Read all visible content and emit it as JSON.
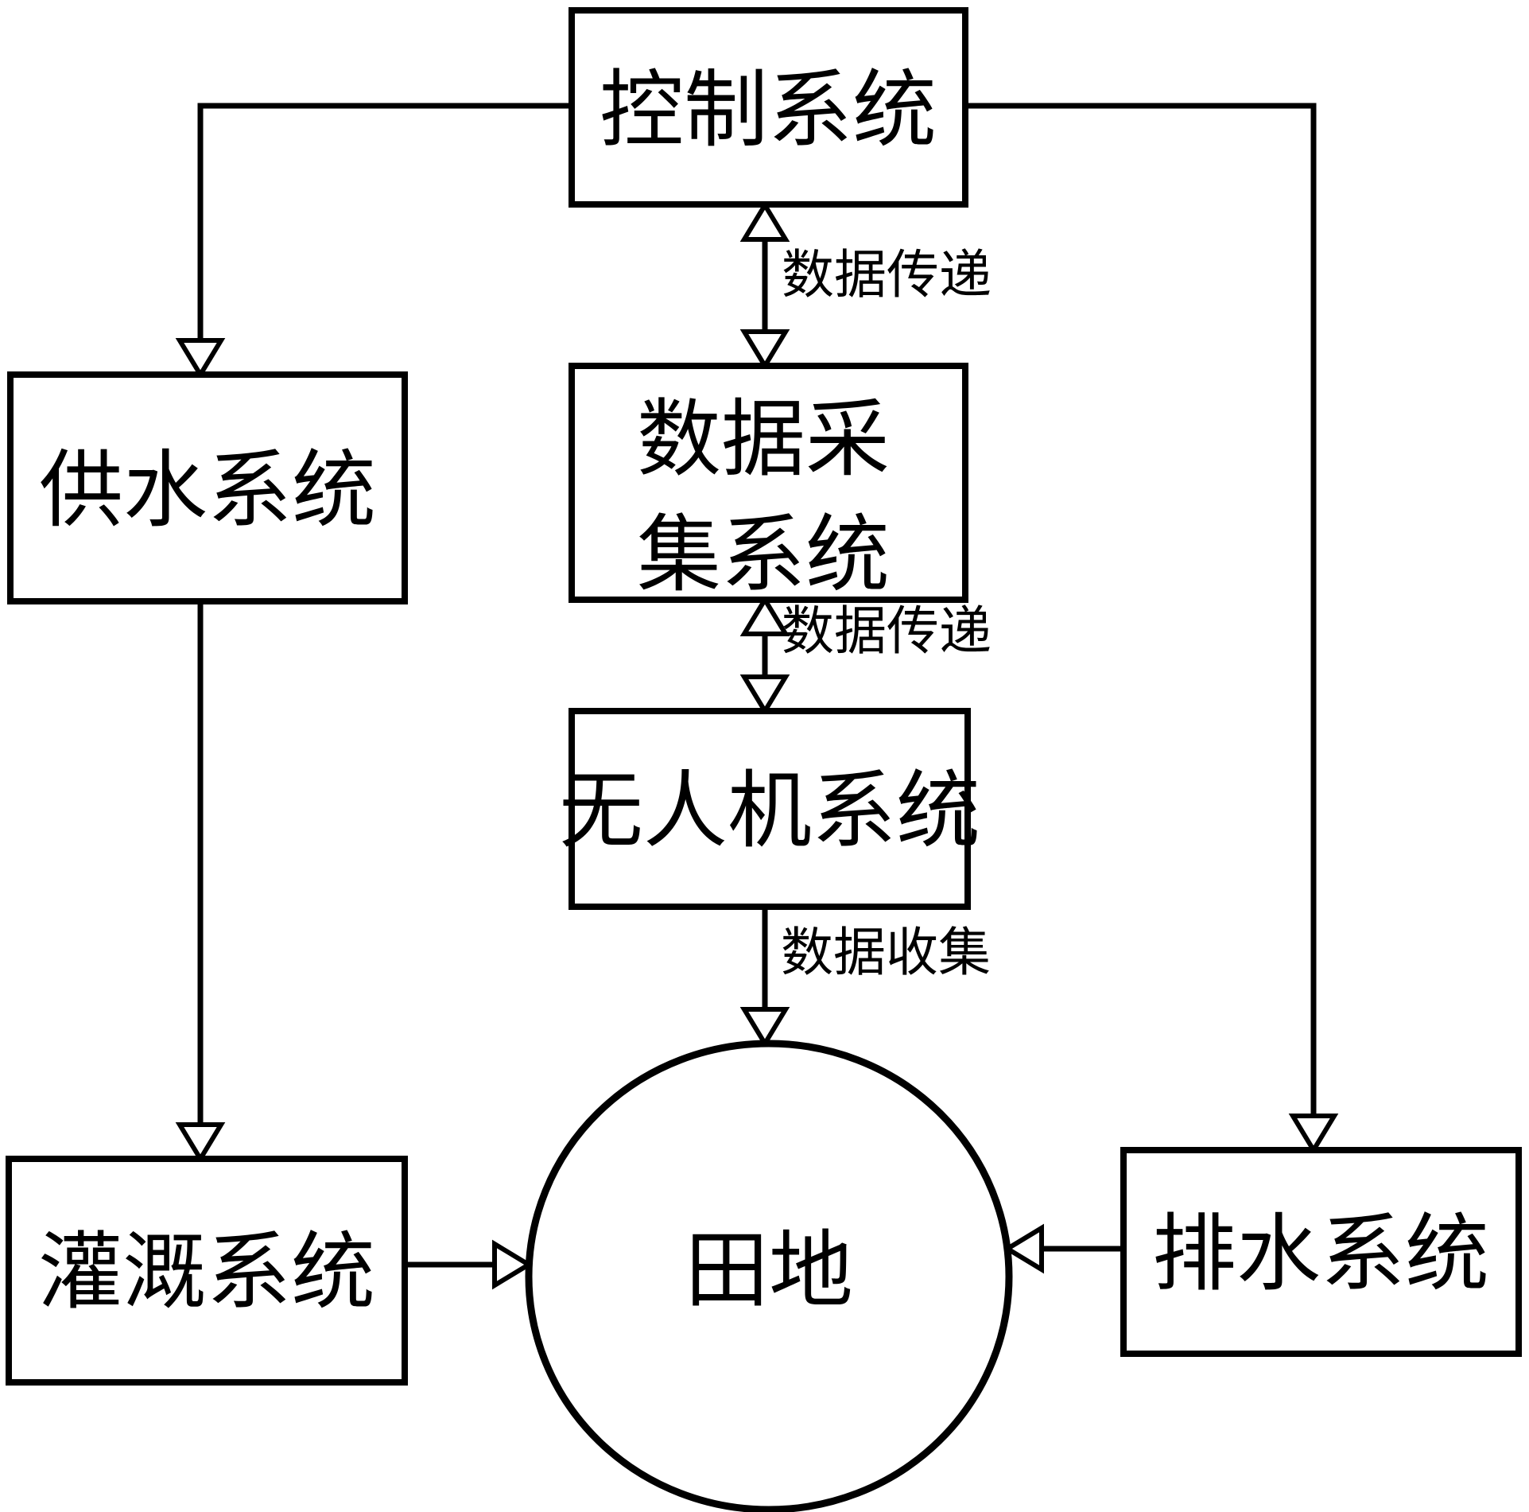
{
  "diagram": {
    "background_color": "#ffffff",
    "line_color": "#000000",
    "boxes": {
      "control": {
        "label": "控制系统"
      },
      "water_supply": {
        "label": "供水系统"
      },
      "data_acquisition": {
        "label": "数据采集系统",
        "line1": "数据采",
        "line2": "集系统"
      },
      "drone": {
        "label": "无人机系统"
      },
      "irrigation": {
        "label": "灌溉系统"
      },
      "drainage": {
        "label": "排水系统"
      }
    },
    "field_circle": {
      "label": "田地"
    },
    "edge_labels": {
      "control_data": {
        "text": "数据传递"
      },
      "data_drone": {
        "text": "数据传递"
      },
      "drone_field": {
        "text": "数据收集"
      }
    }
  }
}
